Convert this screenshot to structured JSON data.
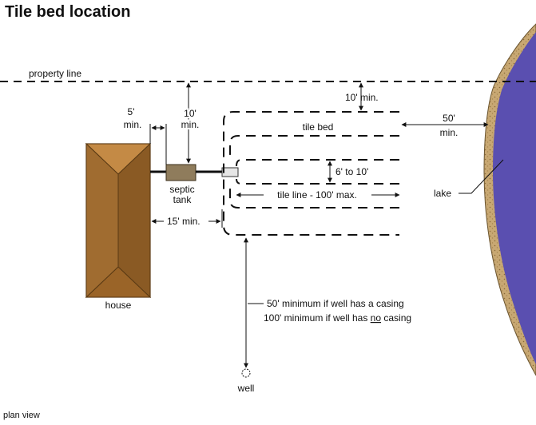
{
  "title": "Tile bed location",
  "labels": {
    "property_line": "property line",
    "setback_5_line1": "5'",
    "setback_5_line2": "min.",
    "setback_10_line1": "10'",
    "setback_10_line2": "min.",
    "tile_bed_10": "10' min.",
    "tile_bed": "tile bed",
    "lake_50_line1": "50'",
    "lake_50_line2": "min.",
    "spacing": "6' to 10'",
    "septic_line1": "septic",
    "septic_line2": "tank",
    "tile_line": "tile line - 100' max.",
    "lake": "lake",
    "min_15": "15' min.",
    "house": "house",
    "well_note_1": "50' minimum if well has a casing",
    "well_note_2_prefix": "100' minimum if well has ",
    "well_note_2_emph": "no",
    "well_note_2_suffix": " casing",
    "well": "well",
    "plan_view": "plan view"
  },
  "colors": {
    "house_fill": "#b07a3a",
    "house_dark": "#8a5a24",
    "tank_fill": "#8f7c5c",
    "lake_fill": "#5a4fb0",
    "lake_shore": "#c8a873",
    "line": "#111111"
  }
}
